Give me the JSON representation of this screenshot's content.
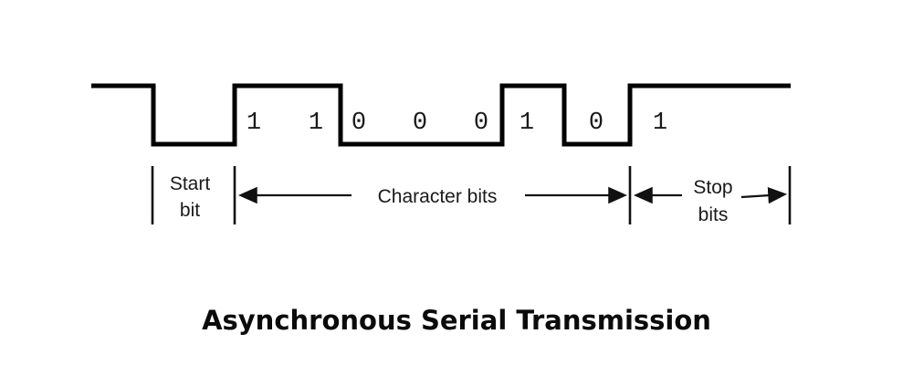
{
  "title": "Asynchronous Serial Transmission",
  "waveform": {
    "bits": [
      "1",
      "1",
      "0",
      "0",
      "0",
      "1",
      "0",
      "1"
    ],
    "signal_levels": "high-low square wave",
    "line_color": "#000000"
  },
  "annotations": {
    "start_bit": {
      "line1": "Start",
      "line2": "bit"
    },
    "character_bits": {
      "label": "Character bits"
    },
    "stop_bits": {
      "line1": "Stop",
      "line2": "bits"
    }
  },
  "colors": {
    "background": "#ffffff",
    "stroke": "#000000",
    "text": "#1a1a1a"
  }
}
